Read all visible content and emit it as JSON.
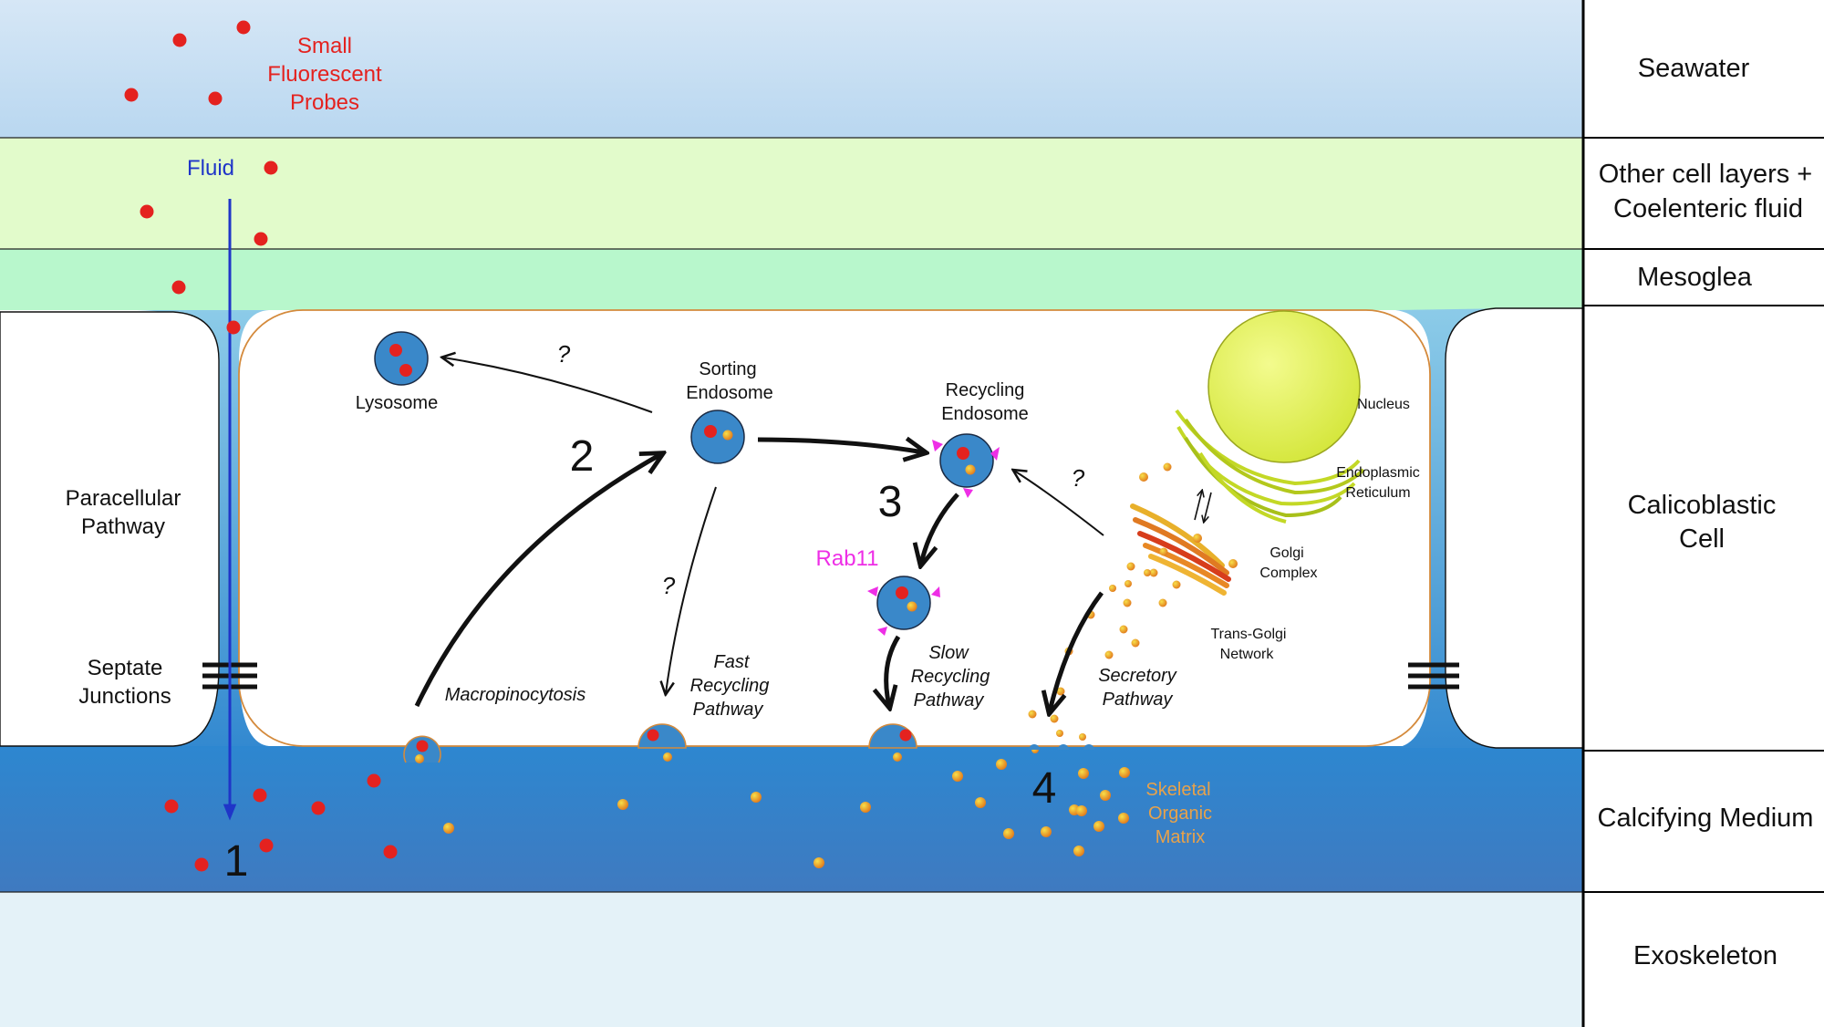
{
  "layers": {
    "seawater": "Seawater",
    "other_cells_line1": "Other cell layers +",
    "other_cells_line2": "Coelenteric fluid",
    "mesoglea": "Mesoglea",
    "calicoblastic_line1": "Calicoblastic",
    "calicoblastic_line2": "Cell",
    "calcifying_medium": "Calcifying Medium",
    "exoskeleton": "Exoskeleton"
  },
  "labels": {
    "probes_line1": "Small",
    "probes_line2": "Fluorescent",
    "probes_line3": "Probes",
    "fluid": "Fluid",
    "paracellular_line1": "Paracellular",
    "paracellular_line2": "Pathway",
    "septate_line1": "Septate",
    "septate_line2": "Junctions",
    "lysosome": "Lysosome",
    "sorting_line1": "Sorting",
    "sorting_line2": "Endosome",
    "recycling_line1": "Recycling",
    "recycling_line2": "Endosome",
    "rab11": "Rab11",
    "nucleus": "Nucleus",
    "er_line1": "Endoplasmic",
    "er_line2": "Reticulum",
    "golgi_line1": "Golgi",
    "golgi_line2": "Complex",
    "tgn_line1": "Trans-Golgi",
    "tgn_line2": "Network",
    "macropinocytosis": "Macropinocytosis",
    "fast_line1": "Fast",
    "fast_line2": "Recycling",
    "fast_line3": "Pathway",
    "slow_line1": "Slow",
    "slow_line2": "Recycling",
    "slow_line3": "Pathway",
    "secretory_line1": "Secretory",
    "secretory_line2": "Pathway",
    "matrix_line1": "Skeletal",
    "matrix_line2": "Organic",
    "matrix_line3": "Matrix",
    "q1": "?",
    "q2": "?",
    "q3": "?",
    "step1": "1",
    "step2": "2",
    "step3": "3",
    "step4": "4"
  },
  "colors": {
    "seawater": "#cfe3f4",
    "other_cells": "#e2fbcb",
    "mesoglea": "#b8f7cc",
    "calcifying_top": "#2f86cc",
    "calcifying_bottom": "#3d7ec4",
    "exoskeleton": "#e4f2f8",
    "endosome": "#3a88c9",
    "probe": "#e4221f",
    "rab11": "#ee2ee6",
    "fluid_arrow": "#1f35c8",
    "nucleus": "#e3f25a",
    "matrix_text": "#e8a24a"
  }
}
